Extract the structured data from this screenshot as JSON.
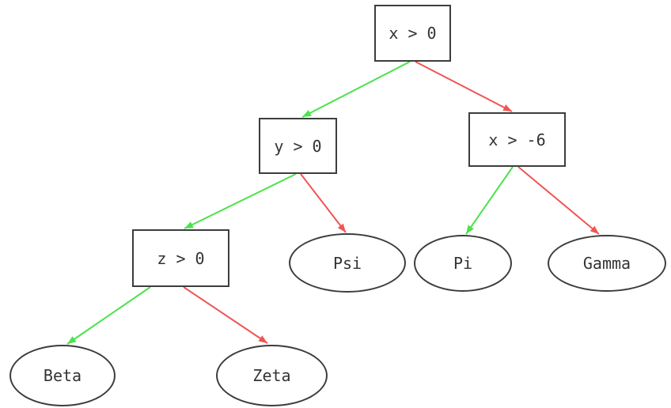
{
  "diagram": {
    "type": "decision-tree",
    "colors": {
      "true_branch": "#4ce24c",
      "false_branch": "#f15454",
      "node_border": "#3d3d3d",
      "node_fill": "#ffffff",
      "text": "#333333",
      "background": "#ffffff"
    },
    "nodes": {
      "root": {
        "label": "x > 0",
        "shape": "box"
      },
      "y_gt_0": {
        "label": "y > 0",
        "shape": "box"
      },
      "x_gt_neg6": {
        "label": "x > -6",
        "shape": "box"
      },
      "z_gt_0": {
        "label": "z > 0",
        "shape": "box"
      },
      "psi": {
        "label": "Psi",
        "shape": "ellipse"
      },
      "pi": {
        "label": "Pi",
        "shape": "ellipse"
      },
      "gamma": {
        "label": "Gamma",
        "shape": "ellipse"
      },
      "beta": {
        "label": "Beta",
        "shape": "ellipse"
      },
      "zeta": {
        "label": "Zeta",
        "shape": "ellipse"
      }
    },
    "edges": [
      {
        "from": "x > 0",
        "to": "y > 0",
        "branch": "true"
      },
      {
        "from": "x > 0",
        "to": "x > -6",
        "branch": "false"
      },
      {
        "from": "y > 0",
        "to": "z > 0",
        "branch": "true"
      },
      {
        "from": "y > 0",
        "to": "Psi",
        "branch": "false"
      },
      {
        "from": "z > 0",
        "to": "Beta",
        "branch": "true"
      },
      {
        "from": "z > 0",
        "to": "Zeta",
        "branch": "false"
      },
      {
        "from": "x > -6",
        "to": "Pi",
        "branch": "true"
      },
      {
        "from": "x > -6",
        "to": "Gamma",
        "branch": "false"
      }
    ]
  }
}
